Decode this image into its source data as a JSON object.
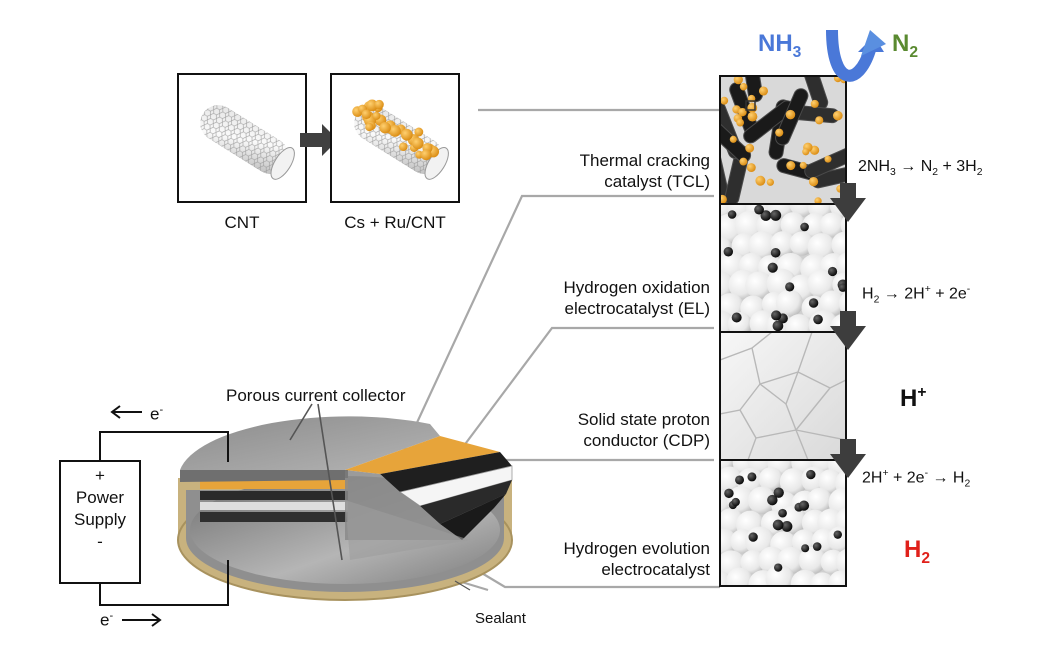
{
  "colors": {
    "nh3": "#4a78d8",
    "n2": "#5a8a30",
    "h2": "#e0201a",
    "h_plus": "#111111",
    "collector": "#9a9a9a",
    "catalyst_layer": "#e7a43a",
    "sealant": "#c8b27e",
    "leader_lines": "#a8a8a8"
  },
  "gas_labels": {
    "nh3_main": "NH",
    "nh3_sub": "3",
    "n2_main": "N",
    "n2_sub": "2"
  },
  "cnt_labels": {
    "cnt": "CNT",
    "cs_ru_cnt": "Cs + Ru/CNT"
  },
  "layers": {
    "tcl": {
      "line1": "Thermal cracking",
      "line2": "catalyst (TCL)"
    },
    "el": {
      "line1": "Hydrogen oxidation",
      "line2": "electrocatalyst (EL)"
    },
    "cdp": {
      "line1": "Solid state proton",
      "line2": "conductor (CDP)"
    },
    "her": {
      "line1": "Hydrogen evolution",
      "line2": "electrocatalyst"
    }
  },
  "equations": {
    "eq1": {
      "a": "2NH",
      "b": "3",
      "c": " → N",
      "d": "2",
      "e": " + 3H",
      "f": "2"
    },
    "eq2": {
      "a": "H",
      "b": "2",
      "c": " → 2H",
      "d": "+",
      "e": " + 2e",
      "f": "-"
    },
    "eq3": {
      "a": "2H",
      "b": "+",
      "c": " + 2e",
      "d": "-",
      "e": " → H",
      "f": "2"
    }
  },
  "ions": {
    "h_plus_main": "H",
    "h_plus_sup": "+",
    "h2_main": "H",
    "h2_sub": "2"
  },
  "cell": {
    "porous_collector": "Porous current collector",
    "sealant": "Sealant"
  },
  "circuit": {
    "plus": "+",
    "power_line1": "Power",
    "power_line2": "Supply",
    "minus": "-",
    "e_top": "e",
    "e_bottom": "e",
    "e_sup": "-"
  }
}
